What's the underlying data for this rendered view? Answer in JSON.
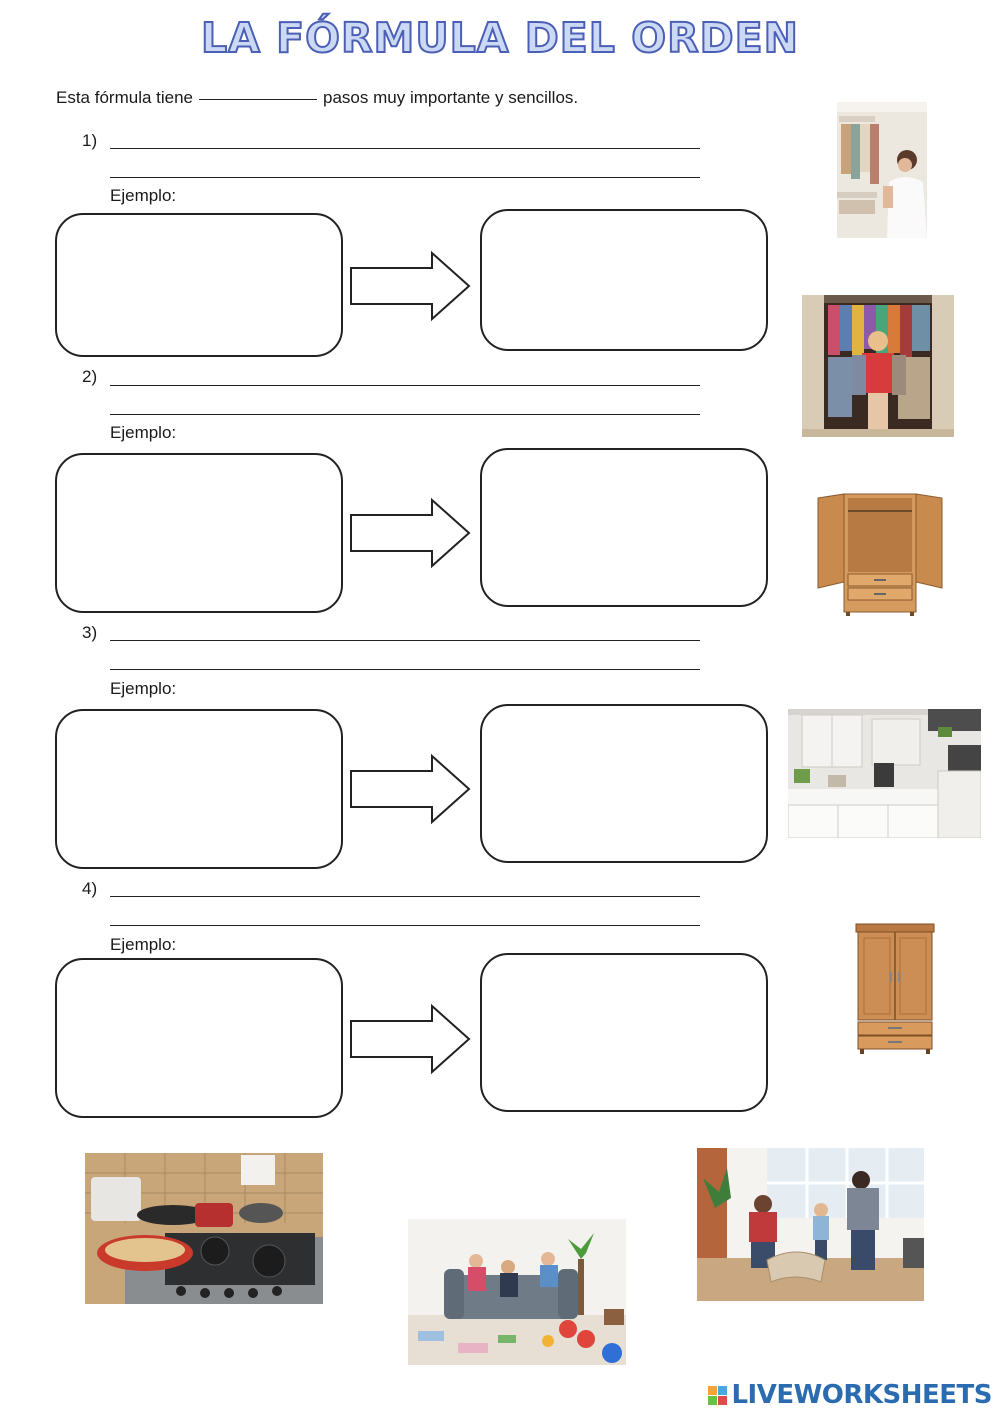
{
  "title": "LA FÓRMULA DEL ORDEN",
  "intro": {
    "before": "Esta fórmula tiene",
    "after": "pasos muy importante y sencillos."
  },
  "steps": [
    {
      "number": "1)",
      "example_label": "Ejemplo:"
    },
    {
      "number": "2)",
      "example_label": "Ejemplo:"
    },
    {
      "number": "3)",
      "example_label": "Ejemplo:"
    },
    {
      "number": "4)",
      "example_label": "Ejemplo:"
    }
  ],
  "images": [
    {
      "name": "woman-at-closet-photo"
    },
    {
      "name": "girl-in-wardrobe-photo"
    },
    {
      "name": "open-wardrobe-photo"
    },
    {
      "name": "clean-kitchen-photo"
    },
    {
      "name": "closed-wardrobe-photo"
    },
    {
      "name": "dirty-stove-photo"
    },
    {
      "name": "messy-living-room-photo"
    },
    {
      "name": "family-cleaning-photo"
    }
  ],
  "footer": {
    "brand": "LIVEWORKSHEETS",
    "colors": {
      "brand_blue": "#2b6cb0",
      "title_stroke": "#4a5fb5",
      "title_fill": "#ccd9f5"
    }
  }
}
